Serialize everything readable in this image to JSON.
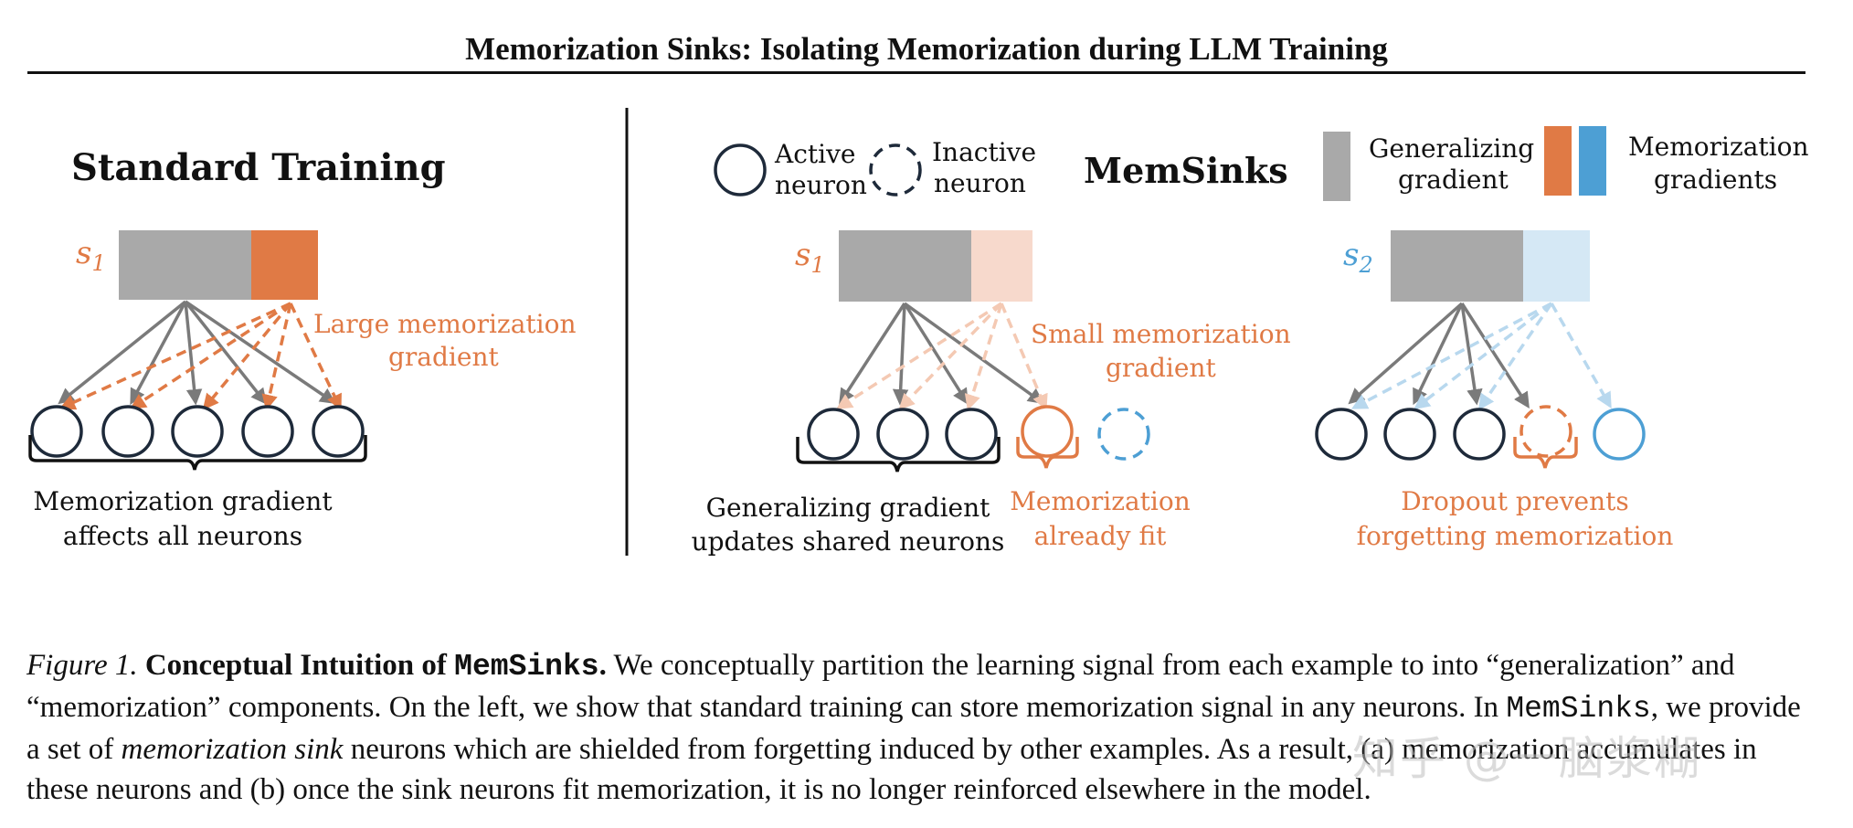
{
  "page_title": "Memorization Sinks: Isolating Memorization during LLM Training",
  "colors": {
    "general": "#a9a9a9",
    "orange": "#e07a45",
    "orange_light": "#f7d9cc",
    "blue": "#4d9fd4",
    "blue_light": "#d5e8f5",
    "navy": "#1e2a3a",
    "arrow_gray": "#7a7a7a"
  },
  "left_panel": {
    "title": "Standard Training",
    "seq_label": "s",
    "seq_sub": "1",
    "arrow_label_line1": "Large memorization",
    "arrow_label_line2": "gradient",
    "caption_line1": "Memorization gradient",
    "caption_line2": "affects all neurons"
  },
  "legend": {
    "active_line1": "Active",
    "active_line2": "neuron",
    "inactive_line1": "Inactive",
    "inactive_line2": "neuron",
    "memsinks_title": "MemSinks",
    "generalizing_line1": "Generalizing",
    "generalizing_line2": "gradient",
    "memorization_line1": "Memorization",
    "memorization_line2": "gradients"
  },
  "middle_panel": {
    "seq_label": "s",
    "seq_sub": "1",
    "arrow_label_line1": "Small memorization",
    "arrow_label_line2": "gradient",
    "shared_caption_line1": "Generalizing gradient",
    "shared_caption_line2": "updates shared neurons",
    "sink_caption_line1": "Memorization",
    "sink_caption_line2": "already fit"
  },
  "right_panel": {
    "seq_label": "s",
    "seq_sub": "2",
    "caption_line1": "Dropout prevents",
    "caption_line2": "forgetting memorization"
  },
  "caption": {
    "figure_label": "Figure 1.",
    "bold_lead": "Conceptual Intuition of ",
    "bold_code": "MemSinks",
    "bold_end": ".",
    "text1": " We conceptually partition the learning signal from each example to into “generalization” and “memorization” components. On the left, we show that standard training can store memorization signal in any neurons. In ",
    "code2": "MemSinks",
    "text2": ", we provide a set of ",
    "italic2": "memorization sink",
    "text3": " neurons which are shielded from forgetting induced by other examples. As a result, (a) memorization accumulates in these neurons and (b) once the sink neurons fit memorization, it is no longer reinforced elsewhere in the model."
  },
  "watermark": "知乎 @一脑浆糊"
}
